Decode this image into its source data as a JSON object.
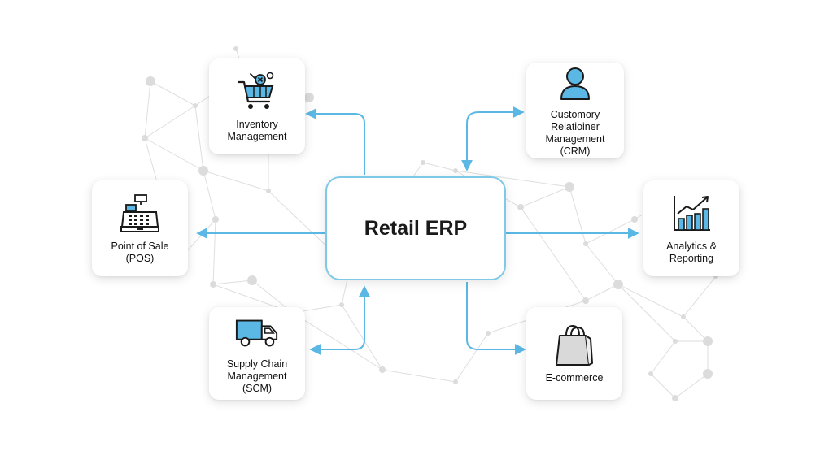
{
  "diagram": {
    "hub": {
      "title": "Retail ERP"
    },
    "modules": {
      "inventory": {
        "label": "Inventory\nManagement",
        "icon": "shopping-cart-icon"
      },
      "crm": {
        "label": "Customory\nRelatioiner\nManagement (CRM)",
        "icon": "user-icon"
      },
      "pos": {
        "label": "Point of Sale\n(POS)",
        "icon": "cash-register-icon"
      },
      "analytics": {
        "label": "Analytics &\nReporting",
        "icon": "bar-chart-icon"
      },
      "scm": {
        "label": "Supply Chain\nManagement\n(SCM)",
        "icon": "delivery-truck-icon"
      },
      "ecommerce": {
        "label": "E-commerce",
        "icon": "shopping-bag-icon"
      }
    },
    "colors": {
      "accent": "#5bb8e4",
      "hub_border": "#7ec8e8",
      "icon_fill": "#5bb8e4",
      "network": "#dcdcdc"
    }
  }
}
